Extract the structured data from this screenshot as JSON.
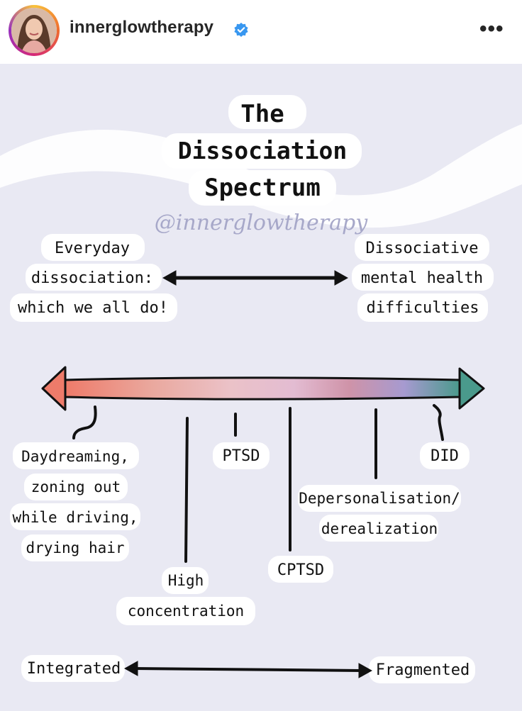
{
  "header": {
    "username": "innerglowtherapy",
    "verified_icon": "verified-badge-icon",
    "more_label": "•••",
    "accent_color": "#3897f0"
  },
  "post": {
    "title_lines": [
      "The",
      "Dissociation",
      "Spectrum"
    ],
    "watermark": "@innerglowtherapy",
    "top_left_lines": [
      "Everyday",
      "dissociation:",
      "which we all do!"
    ],
    "top_right_lines": [
      "Dissociative",
      "mental health",
      "difficulties"
    ],
    "daydreaming_lines": [
      "Daydreaming,",
      "zoning out",
      "while driving,",
      "drying hair"
    ],
    "high_concentration_lines": [
      "High",
      "concentration"
    ],
    "ptsd": "PTSD",
    "cptsd": "CPTSD",
    "depersonalisation_lines": [
      "Depersonalisation/",
      "derealization"
    ],
    "did": "DID",
    "bottom_left": "Integrated",
    "bottom_right": "Fragmented",
    "background_color": "#e9e9f3"
  }
}
